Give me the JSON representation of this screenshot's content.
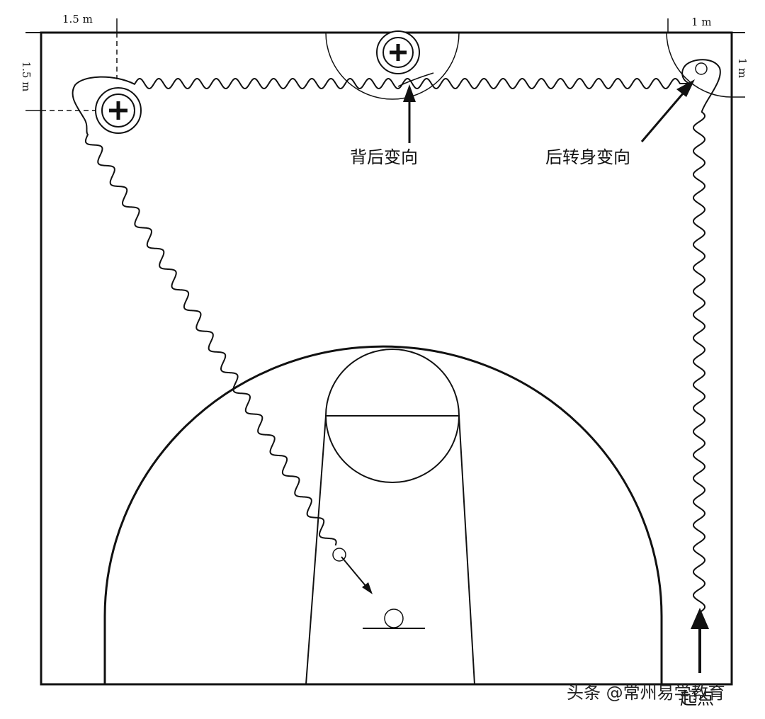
{
  "diagram": {
    "dimensions": {
      "top_left_width": "1.5 m",
      "left_height": "1.5 m",
      "top_right_width": "1 m",
      "right_height": "1 m"
    },
    "annotations": {
      "behind_back_change": "背后变向",
      "back_turn_change": "后转身变向",
      "start_point": "起点"
    },
    "markers": [
      "cone-marker",
      "cone-marker",
      "cone-marker"
    ],
    "watermark": "头条 @常州易学教育",
    "colors": {
      "line": "#111111",
      "background": "#ffffff"
    }
  }
}
